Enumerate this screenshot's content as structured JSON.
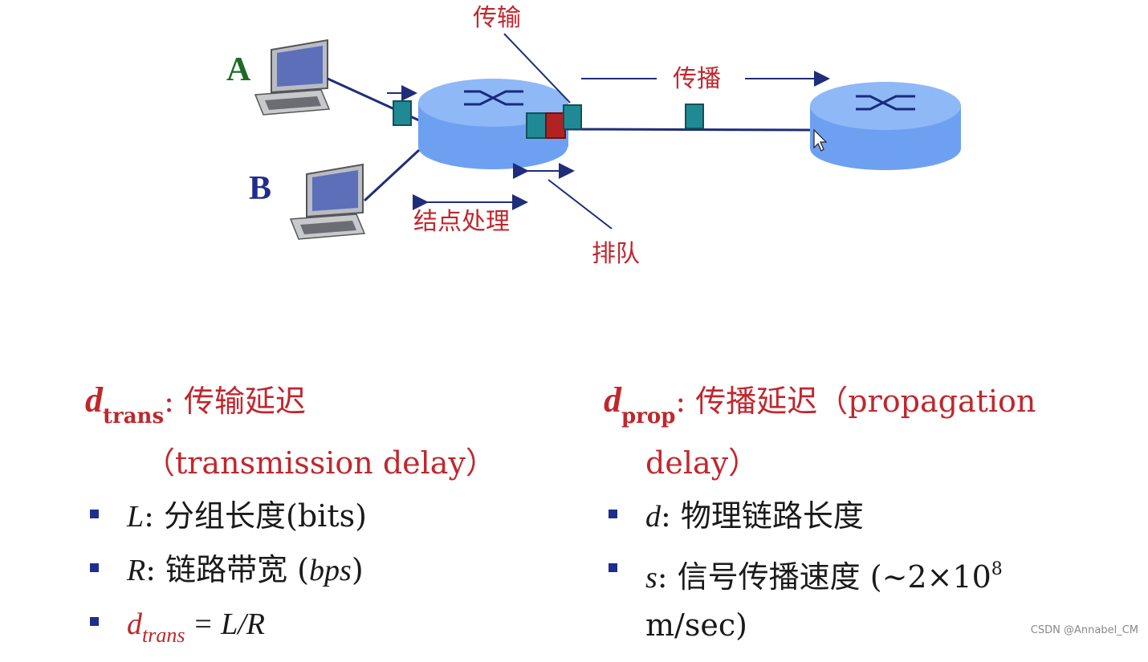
{
  "diagram": {
    "host_a": "A",
    "host_b": "B",
    "label_transmission": "传输",
    "label_propagation": "传播",
    "label_processing": "结点处理",
    "label_queueing": "排队",
    "colors": {
      "router": "#6ea0f2",
      "packet": "#1f8a94",
      "packet_red": "#b22222",
      "line": "#1f2d7a",
      "label": "#c0272d"
    }
  },
  "left": {
    "heading_sym": "d",
    "heading_sub": "trans",
    "heading_text": ": 传输延迟",
    "heading_cont": "（transmission delay）",
    "items": [
      {
        "sym": "L",
        "text": ": 分组长度(bits)"
      },
      {
        "sym": "R",
        "text": ": 链路带宽 (",
        "tail_it": "bps",
        "tail": ")"
      },
      {
        "sym": "d",
        "sub": "trans",
        "text": " = L/R"
      }
    ]
  },
  "right": {
    "heading_sym": "d",
    "heading_sub": "prop",
    "heading_text": ": 传播延迟（propagation",
    "heading_cont": "delay）",
    "items": [
      {
        "sym": "d",
        "text": ": 物理链路长度"
      },
      {
        "sym": "s",
        "text": ": 信号传播速度 (~2×10",
        "sup": "8",
        "cont": "m/sec)"
      }
    ]
  },
  "watermark": "CSDN @Annabel_CM"
}
